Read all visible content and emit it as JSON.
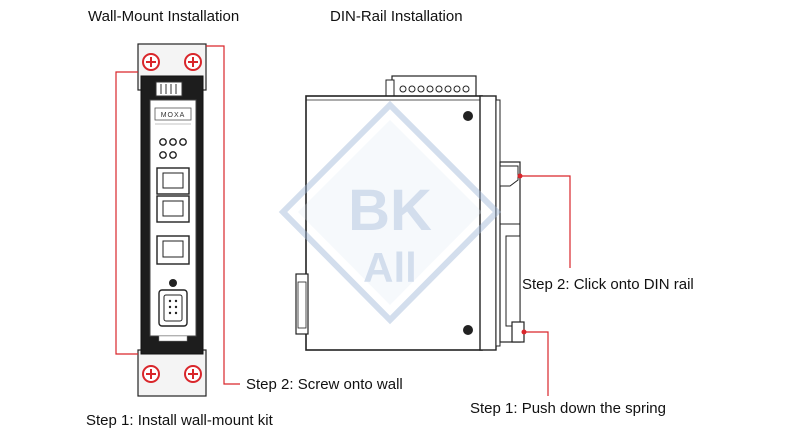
{
  "titles": {
    "wall_mount": "Wall-Mount Installation",
    "din_rail": "DIN-Rail Installation"
  },
  "device": {
    "brand": "MOXA"
  },
  "wall_steps": {
    "step1": "Step 1: Install wall-mount kit",
    "step2": "Step 2: Screw onto wall"
  },
  "din_steps": {
    "step1": "Step 1: Push down the spring",
    "step2": "Step 2: Click onto DIN rail"
  },
  "watermark": {
    "line1": "BK",
    "line2": "All"
  },
  "colors": {
    "callout": "#d9262b",
    "screw": "#d9262b",
    "watermark": "#9fb7d9"
  }
}
